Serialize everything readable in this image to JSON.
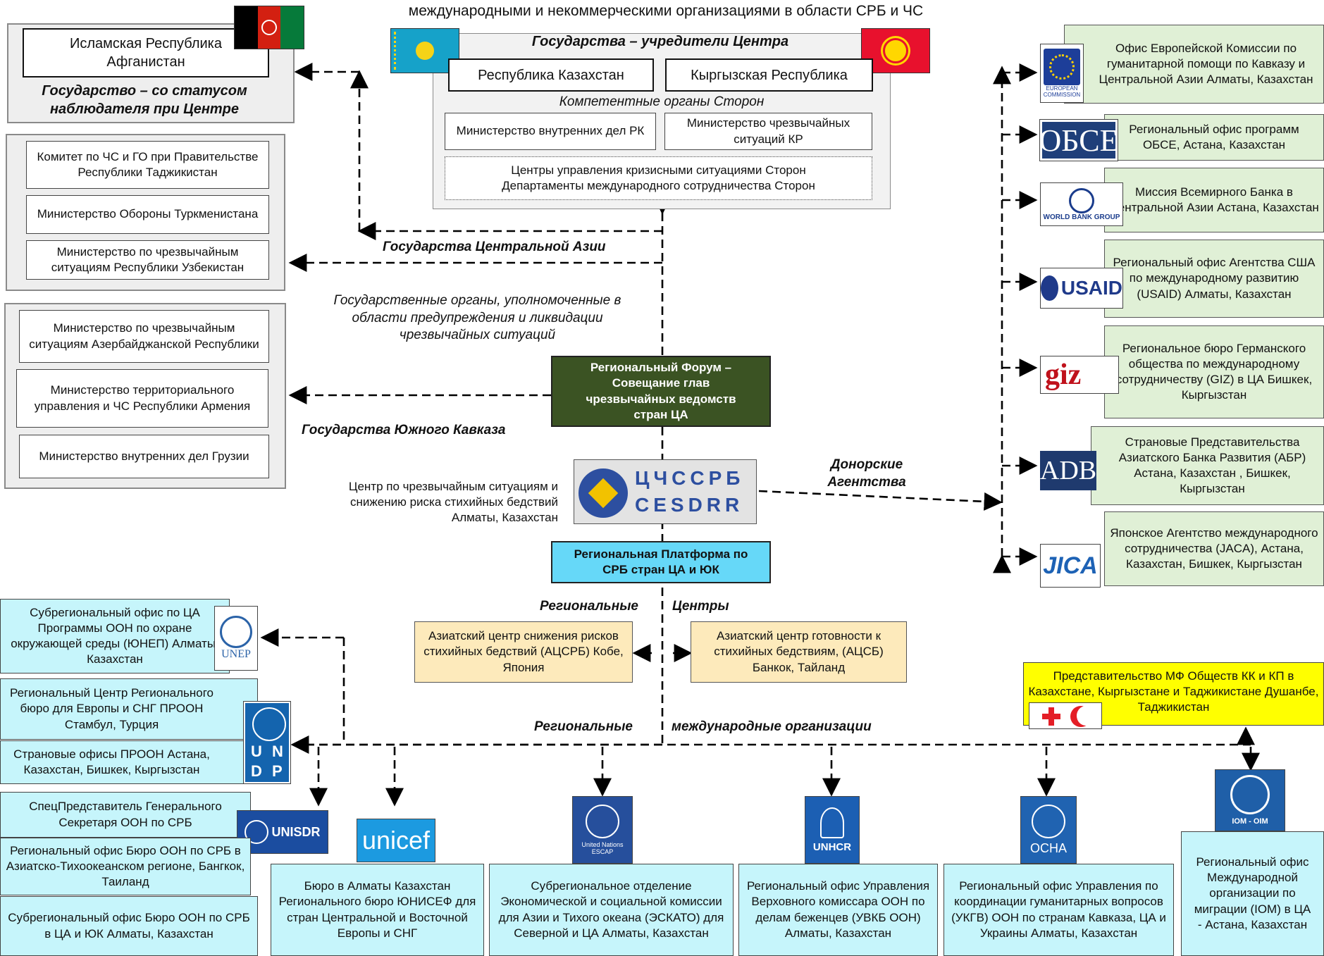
{
  "header": {
    "subtitle": "международными и некоммерческими организациями в области СРБ  и ЧС"
  },
  "observer": {
    "name": "Исламская Республика Афганистан",
    "caption": "Государство – со статусом наблюдателя при Центре"
  },
  "founders": {
    "title": "Государства – учредители Центра",
    "kz": "Республика Казахстан",
    "kg": "Кыргызская Республика",
    "competent": "Компетентные органы Сторон",
    "mvd": "Министерство внутренних дел РК",
    "mchs": "Министерство чрезвычайных ситуаций КР",
    "centers": "Центры управления кризисными ситуациями Сторон Департаменты международного сотрудничества Сторон"
  },
  "central_asia": {
    "label": "Государства Центральной Азии",
    "items": [
      "Комитет по ЧС и ГО при Правительстве Республики Таджикистан",
      "Министерство Обороны Туркменистана",
      "Министерство по чрезвычайным ситуациям Республики Узбекистан"
    ]
  },
  "gov_bodies_label": "Государственные органы, уполномоченные в области предупреждения и ликвидации чрезвычайных ситуаций",
  "caucasus": {
    "label": "Государства  Южного Кавказа",
    "items": [
      "Министерство по чрезвычайным ситуациям Азербайджанской Республики",
      "Министерство территориального управления и ЧС Республики Армения",
      "Министерство внутренних дел Грузии"
    ]
  },
  "forum": "Региональный Форум – Совещание глав чрезвычайных ведомств стран ЦА",
  "center": {
    "logo_ru": "ЦЧССРБ",
    "logo_en": "CESDRR",
    "description": "Центр по чрезвычайным ситуациям и снижению риска стихийных бедствий Алматы, Казахстан"
  },
  "platform": "Региональная Платформа по СРБ стран ЦА и ЮК",
  "donor_label": "Донорские Агентства",
  "donors": [
    {
      "logo": "EUROPEAN COMMISSION",
      "text": "Офис Европейской Комиссии по гуманитарной помощи по Кавказу и Центральной Азии Алматы, Казахстан"
    },
    {
      "logo": "ОБСЕ",
      "text": "Региональный офис программ ОБСЕ, Астана, Казахстан"
    },
    {
      "logo": "WORLD BANK GROUP",
      "text": "Миссия Всемирного Банка в Центральной Азии Астана, Казахстан"
    },
    {
      "logo": "USAID",
      "text": "Региональный офис Агентства США по международному развитию (USAID) Алматы, Казахстан"
    },
    {
      "logo": "giz",
      "text": "Региональное бюро Германского общества по международному сотрудничеству (GIZ) в ЦА Бишкек, Кыргызстан"
    },
    {
      "logo": "ADB",
      "text": "Страновые Представительства Азиатского Банка Развития (АБР) Астана, Казахстан , Бишкек, Кыргызстан"
    },
    {
      "logo": "JICA",
      "text": "Японское Агентство международного сотрудничества (JACA), Астана, Казахстан, Бишкек, Кыргызстан"
    }
  ],
  "regional_centers": {
    "label_left": "Региональные",
    "label_right": "Центры",
    "adrc": "Азиатский центр снижения рисков стихийных бедствий (АЦСРБ) Кобе, Япония",
    "adpc": "Азиатский центр готовности к стихийных бедствиям, (АЦСБ) Банкок, Тайланд"
  },
  "intl_orgs": {
    "label_left": "Региональные",
    "label_right": "международные организации"
  },
  "left_un": [
    "Субрегиональный офис по ЦА Программы ООН по охране окружающей среды (ЮНЕП) Алматы, Казахстан",
    "Региональный Центр Регионального бюро для Европы и СНГ ПРООН Стамбул, Турция",
    "Страновые офисы ПРООН Астана, Казахстан, Бишкек, Кыргызстан",
    "СпецПредставитель Генерального Секретаря ООН по СРБ",
    "Региональный офис Бюро ООН по СРБ в Азиатско-Тихоокеанском регионе, Бангкок, Таиланд",
    "Субрегиональный офис Бюро ООН по СРБ в ЦА и ЮК Алматы, Казахстан"
  ],
  "logos": {
    "unep": "UNEP",
    "undp": [
      "U",
      "N",
      "D",
      "P"
    ],
    "unisdr": "UNISDR",
    "unicef": "unicef",
    "escap": "United Nations ESCAP",
    "unhcr": "UNHCR",
    "ocha": "OCHA",
    "iom": "IOM - OIM"
  },
  "bottom_orgs": {
    "unicef": "Бюро в Алматы Казахстан Регионального бюро ЮНИСЕФ для стран Центральной и Восточной Европы и СНГ",
    "escap": "Субрегиональное отделение Экономической и социальной комиссии для Азии и Тихого океана (ЭСКАТО) для Северной и ЦА Алматы, Казахстан",
    "unhcr": "Региональный офис Управления Верховного комиссара ООН по делам беженцев (УВКБ ООН) Алматы, Казахстан",
    "ocha": "Региональный офис Управления по координации гуманитарных вопросов (УКГВ) ООН по странам Кавказа, ЦА и Украины Алматы, Казахстан",
    "iom": "Региональный офис Международной организации по миграции (IOM) в ЦА - Астана, Казахстан"
  },
  "red_cross": "Представительство МФ Обществ КК и КП в Казахстане, Кыргызстане и Таджикистане Душанбе, Таджикистан",
  "colors": {
    "forum_bg": "#3b5323",
    "platform_bg": "#66d8f8",
    "cyan_bg": "#c6f5fb",
    "green_bg": "#e0f0d6",
    "tan_bg": "#fdeabb",
    "yellow_bg": "#ffff00",
    "logo_blue": "#2b5ba8"
  }
}
